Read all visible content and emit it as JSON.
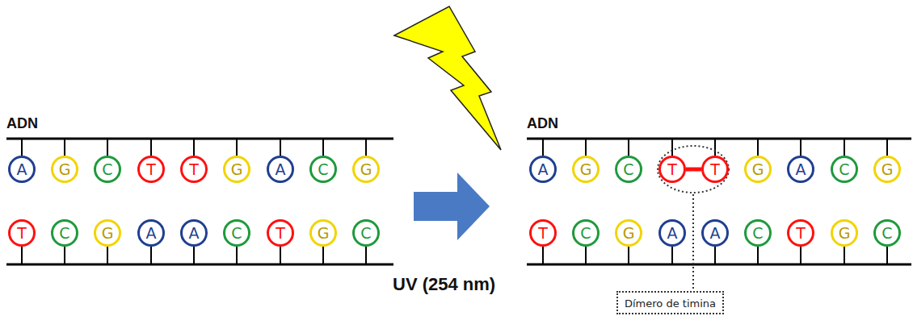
{
  "diagram": {
    "nodes": [
      {
        "text": [
          "A"
        ]
      },
      {
        "text": [
          "G"
        ]
      },
      {
        "text": [
          "C"
        ]
      },
      {
        "text": [
          "T"
        ]
      },
      {
        "text": [
          "T"
        ]
      },
      {
        "text": [
          "G"
        ]
      },
      {
        "text": [
          "A"
        ]
      },
      {
        "text": [
          "C"
        ]
      },
      {
        "text": [
          "G"
        ]
      },
      {
        "text": [
          "T"
        ]
      },
      {
        "text": [
          "C"
        ]
      },
      {
        "text": [
          "G"
        ]
      },
      {
        "text": [
          "A"
        ]
      },
      {
        "text": [
          "A"
        ]
      },
      {
        "text": [
          "C"
        ]
      },
      {
        "text": [
          "T"
        ]
      },
      {
        "text": [
          "G"
        ]
      },
      {
        "text": [
          "C"
        ]
      },
      {
        "text": [
          "A"
        ]
      },
      {
        "text": [
          "G"
        ]
      },
      {
        "text": [
          "C"
        ]
      },
      {
        "text": [
          "T"
        ]
      },
      {
        "text": [
          "T"
        ]
      },
      {
        "text": [
          "G"
        ]
      },
      {
        "text": [
          "A"
        ]
      },
      {
        "text": [
          "C"
        ]
      },
      {
        "text": [
          "G"
        ]
      },
      {
        "text": [
          "T"
        ]
      },
      {
        "text": [
          "C"
        ]
      },
      {
        "text": [
          "G"
        ]
      },
      {
        "text": [
          "A"
        ]
      },
      {
        "text": [
          "A"
        ]
      },
      {
        "text": [
          "C"
        ]
      },
      {
        "text": [
          "T"
        ]
      },
      {
        "text": [
          "G"
        ]
      },
      {
        "text": [
          "C"
        ]
      },
      {
        "text": [
          "Dímero de timina"
        ]
      }
    ],
    "edges": [
      {
        "from": 21,
        "to": 22,
        "arrow": "none"
      }
    ],
    "labels": [
      "ADN",
      "ADN",
      "UV (254 nm)"
    ]
  }
}
